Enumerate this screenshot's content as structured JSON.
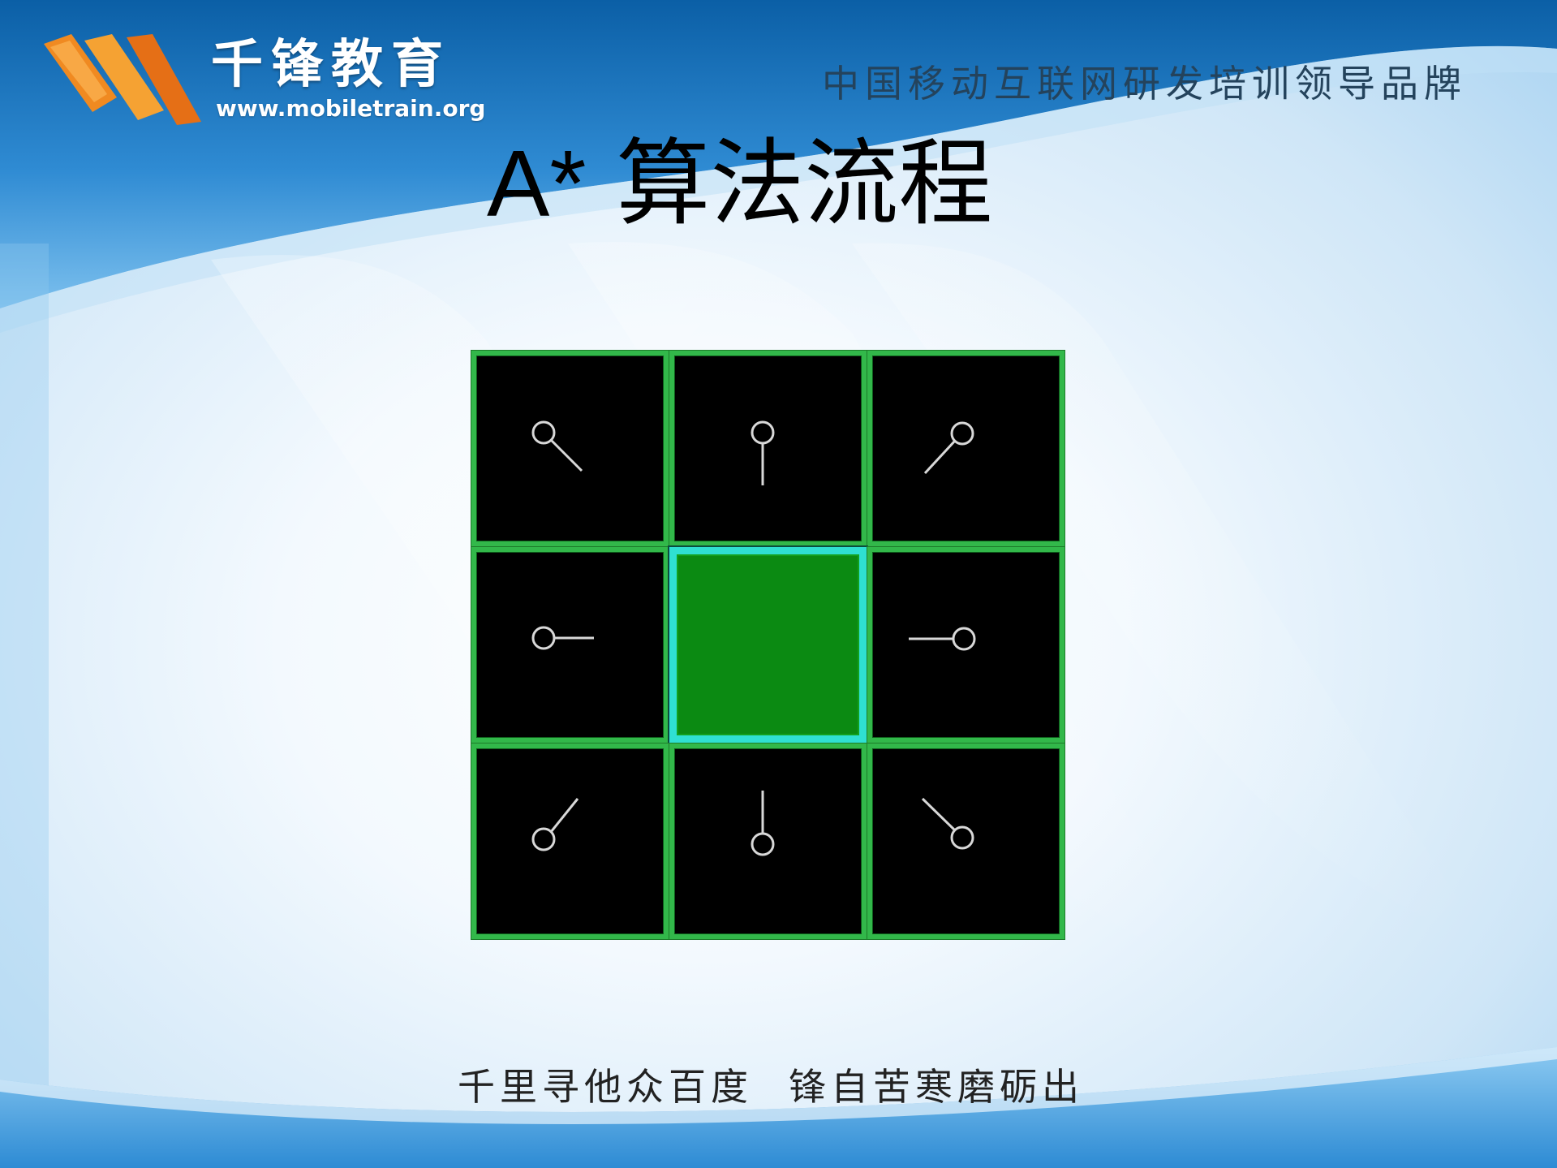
{
  "header": {
    "logo": {
      "title": "千锋教育",
      "url": "www.mobiletrain.org",
      "mark_icon": "stripes-logo-icon"
    },
    "slogan": "中国移动互联网研发培训领导品牌"
  },
  "slide": {
    "title": {
      "latin": "A*",
      "cjk": "算法流程"
    }
  },
  "grid": {
    "rows": 3,
    "columns": 3,
    "cells": [
      {
        "position": "top-left",
        "direction": "up-left",
        "icon": "pin-arrow-icon"
      },
      {
        "position": "top-center",
        "direction": "up",
        "icon": "pin-arrow-icon"
      },
      {
        "position": "top-right",
        "direction": "up-right",
        "icon": "pin-arrow-icon"
      },
      {
        "position": "middle-left",
        "direction": "left",
        "icon": "pin-arrow-icon"
      },
      {
        "position": "center",
        "direction": "none",
        "icon": "",
        "fill": "#0b8a12"
      },
      {
        "position": "middle-right",
        "direction": "right",
        "icon": "pin-arrow-icon"
      },
      {
        "position": "bottom-left",
        "direction": "down-left",
        "icon": "pin-arrow-icon"
      },
      {
        "position": "bottom-center",
        "direction": "down",
        "icon": "pin-arrow-icon"
      },
      {
        "position": "bottom-right",
        "direction": "down-right",
        "icon": "pin-arrow-icon"
      }
    ],
    "colors": {
      "cell_background": "#000000",
      "cell_border": "#32b84a",
      "center_fill": "#0b8a12",
      "center_border": "#2fe0d2",
      "pin_stroke": "#d8d8d8"
    }
  },
  "footer": {
    "left": "千里寻他众百度",
    "right": "锋自苦寒磨砺出"
  },
  "theme": {
    "band_blue": "#1a6fb5",
    "band_light": "#7cc0ee",
    "slogan_color": "#24435c"
  }
}
